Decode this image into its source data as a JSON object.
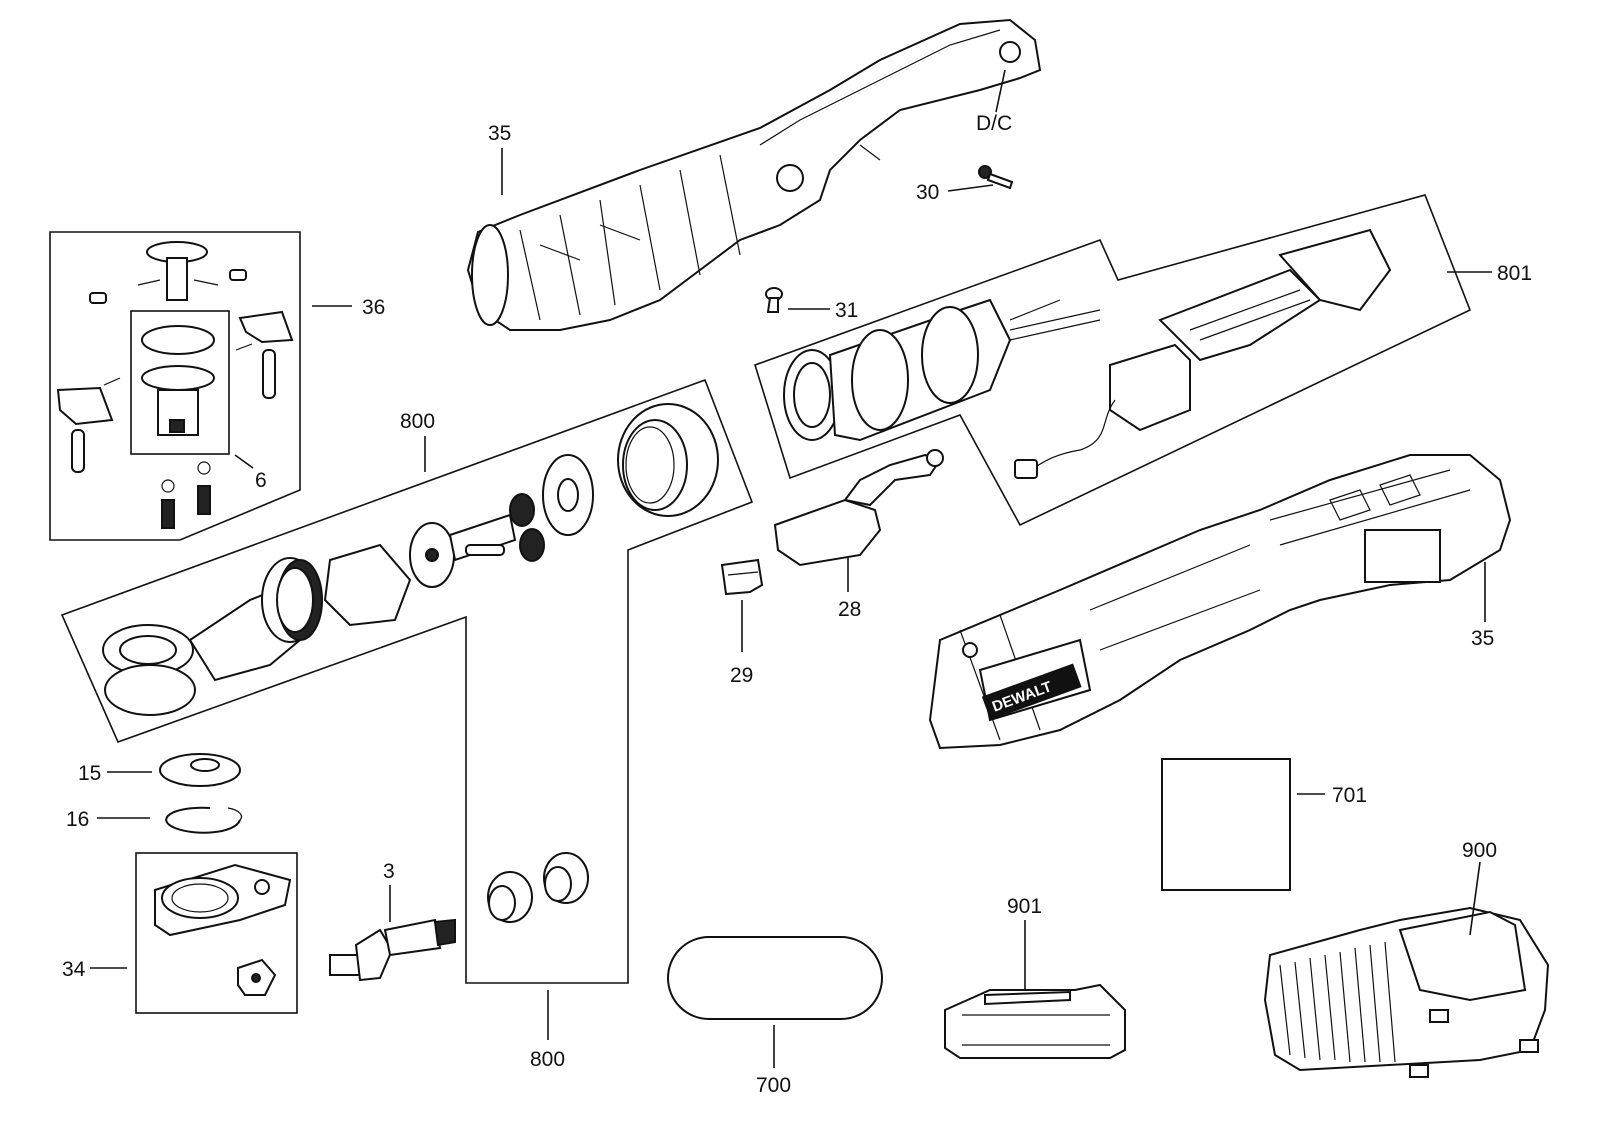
{
  "callouts": {
    "l35_top": "35",
    "l_dc": "D/C",
    "l30": "30",
    "l31": "31",
    "l801": "801",
    "l36": "36",
    "l6": "6",
    "l800_top": "800",
    "l28": "28",
    "l29": "29",
    "l35_right": "35",
    "l15": "15",
    "l16": "16",
    "l3": "3",
    "l34": "34",
    "l800_bottom": "800",
    "l700": "700",
    "l701": "701",
    "l901": "901",
    "l900": "900",
    "brand_logo": "DEWALT"
  },
  "colors": {
    "line": "#111111",
    "background": "#ffffff"
  }
}
